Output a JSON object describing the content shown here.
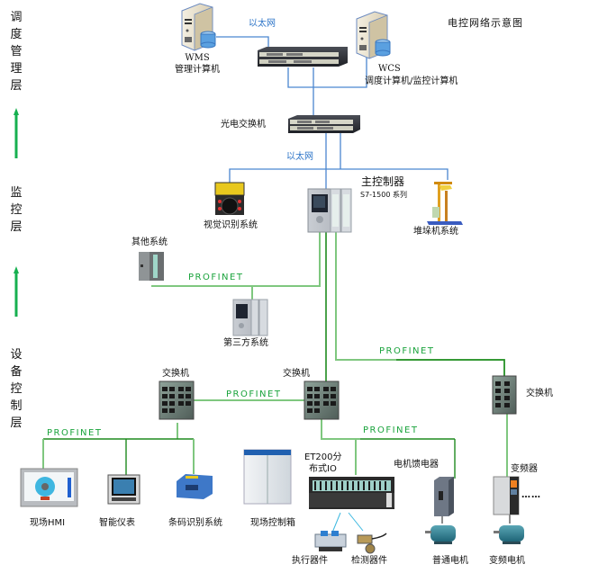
{
  "title": "电控网络示意图",
  "layers": {
    "dispatch": "调度管理层",
    "monitor": "监控层",
    "device": "设备控制层"
  },
  "network_labels": {
    "ethernet_top": "以太网",
    "ethernet_mid": "以太网",
    "profinet_a": "PROFINET",
    "profinet_b": "PROFINET",
    "profinet_c": "PROFINET",
    "profinet_d": "PROFINET",
    "profinet_e": "PROFINET"
  },
  "devices": {
    "wms": {
      "name": "WMS",
      "desc": "管理计算机"
    },
    "wcs": {
      "name": "WCS",
      "desc": "调度计算机/监控计算机"
    },
    "optical_switch": "光电交换机",
    "main_controller": {
      "name": "主控制器",
      "desc": "S7-1500 系列"
    },
    "vision": "视觉识别系统",
    "stacker": "堆垛机系统",
    "other": "其他系统",
    "third_party": "第三方系统",
    "switch_left": "交换机",
    "switch_mid": "交换机",
    "switch_right": "交换机",
    "hmi": "现场HMI",
    "meter": "智能仪表",
    "barcode": "条码识别系统",
    "cabinet": "现场控制箱",
    "et200": {
      "line1": "ET200分",
      "line2": "布式IO"
    },
    "feeder": "电机馈电器",
    "vfd": "变频器",
    "actuator": "执行器件",
    "sensor": "检测器件",
    "motor_normal": "普通电机",
    "motor_vfd": "变频电机",
    "ellipsis": "……"
  },
  "colors": {
    "ethernet": "#4a86d0",
    "profinet_light": "#7fc77f",
    "profinet_dark": "#1e8a1e",
    "arrow": "#16b050"
  }
}
